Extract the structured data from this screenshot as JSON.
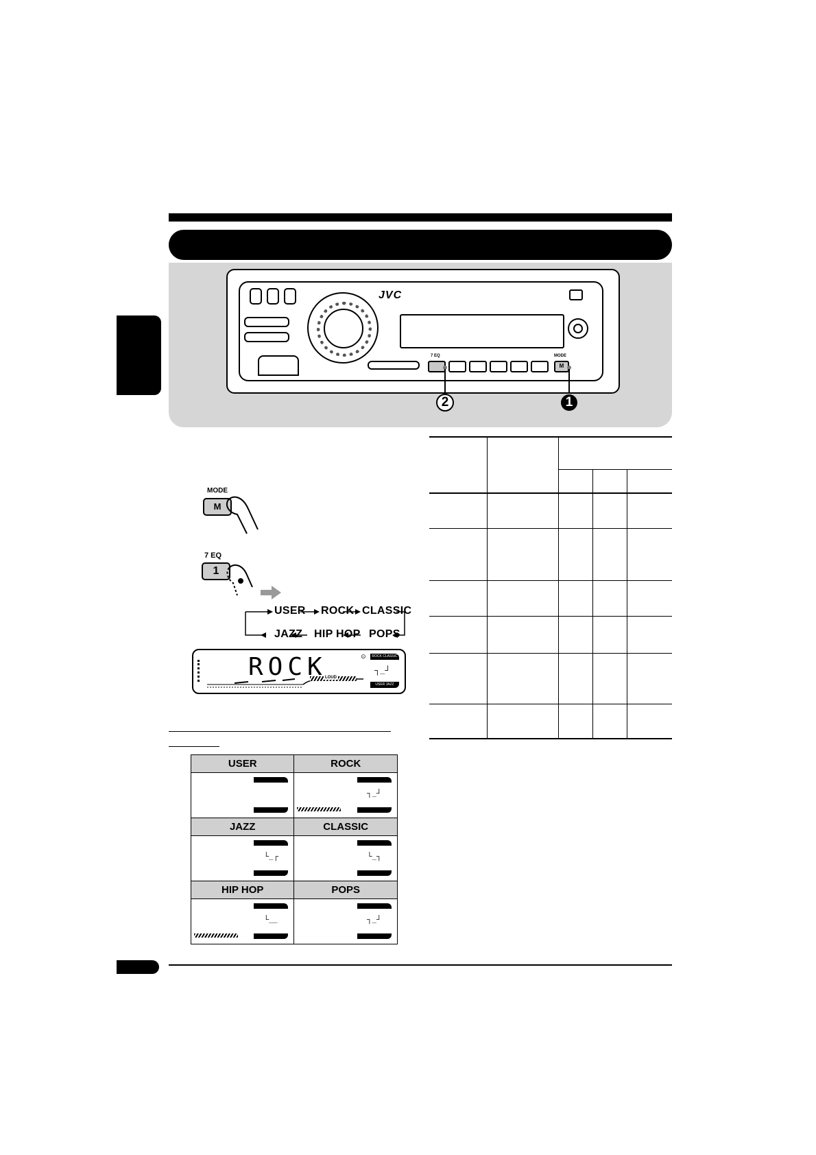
{
  "device": {
    "brand": "JVC",
    "eq_button_label": "7  EQ",
    "mode_button_label": "MODE",
    "mode_key_label": "M",
    "markers": [
      "2",
      "1"
    ]
  },
  "steps": {
    "mode_label": "MODE",
    "mode_key": "M",
    "eq_label": "7  EQ",
    "eq_key": "1",
    "cycle_row1": [
      "USER",
      "ROCK",
      "CLASSIC"
    ],
    "cycle_row2": [
      "JAZZ",
      "HIP HOP",
      "POPS"
    ],
    "display_text": "ROCK"
  },
  "indicator": {
    "top_labels": [
      "ROCK",
      "CLASSIC"
    ],
    "bottom_labels": [
      "USER",
      "JAZZ"
    ],
    "loud": "LOUD"
  },
  "presets": [
    {
      "name": "USER",
      "loud": false
    },
    {
      "name": "ROCK",
      "loud": true
    },
    {
      "name": "JAZZ",
      "loud": false
    },
    {
      "name": "CLASSIC",
      "loud": false
    },
    {
      "name": "HIP HOP",
      "loud": true
    },
    {
      "name": "POPS",
      "loud": false
    }
  ]
}
